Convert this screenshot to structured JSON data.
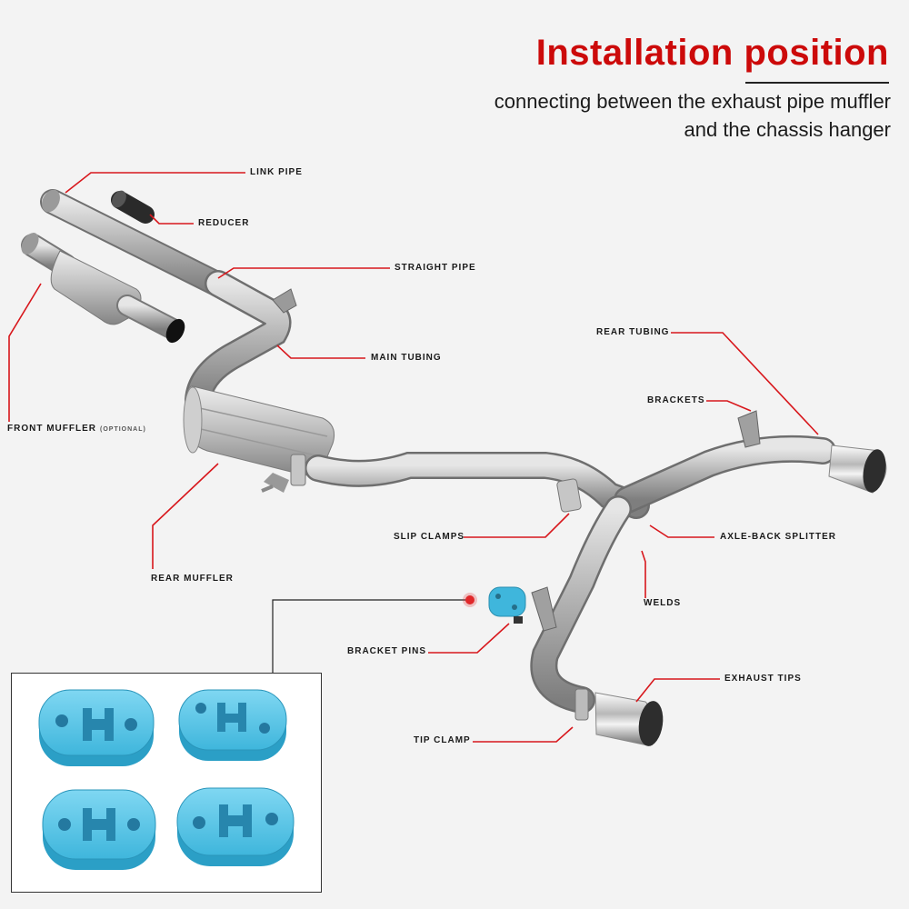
{
  "header": {
    "title": "Installation position",
    "subtitle_line1": "connecting between the exhaust pipe muffler",
    "subtitle_line2": "and the chassis hanger"
  },
  "labels": {
    "link_pipe": "LINK PIPE",
    "reducer": "REDUCER",
    "straight_pipe": "STRAIGHT PIPE",
    "main_tubing": "MAIN TUBING",
    "front_muffler": "FRONT MUFFLER",
    "front_muffler_note": "(OPTIONAL)",
    "rear_muffler": "REAR MUFFLER",
    "rear_tubing": "REAR TUBING",
    "brackets": "BRACKETS",
    "slip_clamps": "SLIP CLAMPS",
    "axle_back_splitter": "AXLE-BACK SPLITTER",
    "welds": "WELDS",
    "bracket_pins": "BRACKET PINS",
    "exhaust_tips": "EXHAUST TIPS",
    "tip_clamp": "TIP CLAMP"
  },
  "colors": {
    "accent_red": "#cc0a0a",
    "leader_red": "#d8171c",
    "rubber_blue": "#3fb6dc",
    "metal": "#a9a9a9"
  }
}
